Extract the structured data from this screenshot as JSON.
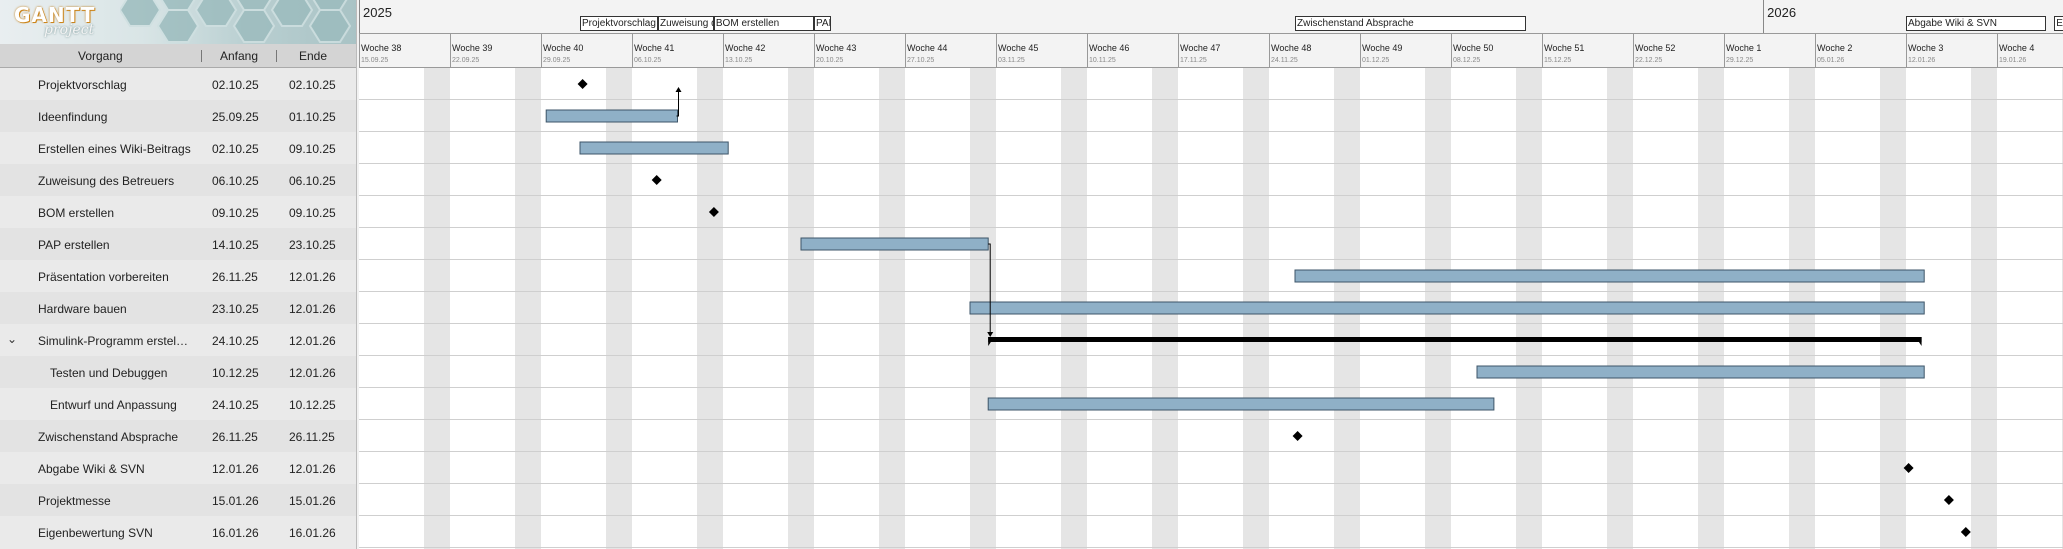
{
  "app": {
    "logo_text": "GANTT",
    "logo_sub": "project"
  },
  "table_header": {
    "col_task": "Vorgang",
    "col_start": "Anfang",
    "col_end": "Ende"
  },
  "timeline": {
    "years": [
      {
        "label": "2025",
        "week_index": 0
      },
      {
        "label": "2026",
        "week_index": 15.43
      }
    ],
    "weeks": [
      {
        "label": "Woche 38",
        "date": "15.09.25"
      },
      {
        "label": "Woche 39",
        "date": "22.09.25"
      },
      {
        "label": "Woche 40",
        "date": "29.09.25"
      },
      {
        "label": "Woche 41",
        "date": "06.10.25"
      },
      {
        "label": "Woche 42",
        "date": "13.10.25"
      },
      {
        "label": "Woche 43",
        "date": "20.10.25"
      },
      {
        "label": "Woche 44",
        "date": "27.10.25"
      },
      {
        "label": "Woche 45",
        "date": "03.11.25"
      },
      {
        "label": "Woche 46",
        "date": "10.11.25"
      },
      {
        "label": "Woche 47",
        "date": "17.11.25"
      },
      {
        "label": "Woche 48",
        "date": "24.11.25"
      },
      {
        "label": "Woche 49",
        "date": "01.12.25"
      },
      {
        "label": "Woche 50",
        "date": "08.12.25"
      },
      {
        "label": "Woche 51",
        "date": "15.12.25"
      },
      {
        "label": "Woche 52",
        "date": "22.12.25"
      },
      {
        "label": "Woche 1",
        "date": "29.12.25"
      },
      {
        "label": "Woche 2",
        "date": "05.01.26"
      },
      {
        "label": "Woche 3",
        "date": "12.01.26"
      },
      {
        "label": "Woche 4",
        "date": "19.01.26"
      }
    ],
    "milestone_labels": [
      {
        "text": "Projektvorschlag",
        "day": 17,
        "span": 6
      },
      {
        "text": "Zuweisung des Betreuers",
        "day": 23,
        "span": 4.3
      },
      {
        "text": "BOM erstellen",
        "day": 27.3,
        "span": 7.7
      },
      {
        "text": "PAP erstellen",
        "day": 35,
        "span": 1.3
      },
      {
        "text": "Zwischenstand Absprache",
        "day": 72,
        "span": 17.8
      },
      {
        "text": "Abgabe Wiki & SVN",
        "day": 119,
        "span": 10.8
      },
      {
        "text": "Eigenbewertung SVN",
        "day": 130.4,
        "span": 6.6
      }
    ]
  },
  "tasks": [
    {
      "name": "Projektvorschlag",
      "start": "02.10.25",
      "end": "02.10.25",
      "type": "milestone",
      "from": 17.2,
      "to": 17.2
    },
    {
      "name": "Ideenfindung",
      "start": "25.09.25",
      "end": "01.10.25",
      "type": "bar",
      "from": 14.4,
      "to": 24.5
    },
    {
      "name": "Erstellen eines Wiki-Beitrags",
      "start": "02.10.25",
      "end": "09.10.25",
      "type": "bar",
      "from": 17,
      "to": 28.4
    },
    {
      "name": "Zuweisung des Betreuers",
      "start": "06.10.25",
      "end": "06.10.25",
      "type": "milestone",
      "from": 22.9,
      "to": 22.9
    },
    {
      "name": "BOM erstellen",
      "start": "09.10.25",
      "end": "09.10.25",
      "type": "milestone",
      "from": 27.3,
      "to": 27.3
    },
    {
      "name": "PAP erstellen",
      "start": "14.10.25",
      "end": "23.10.25",
      "type": "bar",
      "from": 34,
      "to": 48.4
    },
    {
      "name": "Präsentation vorbereiten",
      "start": "26.11.25",
      "end": "12.01.26",
      "type": "bar",
      "from": 72,
      "to": 120.4
    },
    {
      "name": "Hardware bauen",
      "start": "23.10.25",
      "end": "12.01.26",
      "type": "bar",
      "from": 47,
      "to": 120.4
    },
    {
      "name": "Simulink-Programm erstel…",
      "start": "24.10.25",
      "end": "12.01.26",
      "type": "summary",
      "from": 48.4,
      "to": 120.2,
      "expanded": true
    },
    {
      "name": "Testen und Debuggen",
      "start": "10.12.25",
      "end": "12.01.26",
      "type": "bar",
      "from": 86,
      "to": 120.4,
      "sub": true
    },
    {
      "name": "Entwurf und Anpassung",
      "start": "24.10.25",
      "end": "10.12.25",
      "type": "bar",
      "from": 48.4,
      "to": 87.3,
      "sub": true
    },
    {
      "name": "Zwischenstand Absprache",
      "start": "26.11.25",
      "end": "26.11.25",
      "type": "milestone",
      "from": 72.2,
      "to": 72.2
    },
    {
      "name": "Abgabe Wiki & SVN",
      "start": "12.01.26",
      "end": "12.01.26",
      "type": "milestone",
      "from": 119.2,
      "to": 119.2
    },
    {
      "name": "Projektmesse",
      "start": "15.01.26",
      "end": "15.01.26",
      "type": "milestone",
      "from": 122.3,
      "to": 122.3
    },
    {
      "name": "Eigenbewertung SVN",
      "start": "16.01.26",
      "end": "16.01.26",
      "type": "milestone",
      "from": 123.6,
      "to": 123.6
    }
  ],
  "colors": {
    "bar_fill": "#8fb0c7",
    "bar_border": "#3d5568",
    "weekend_band": "#e5e5e5"
  }
}
